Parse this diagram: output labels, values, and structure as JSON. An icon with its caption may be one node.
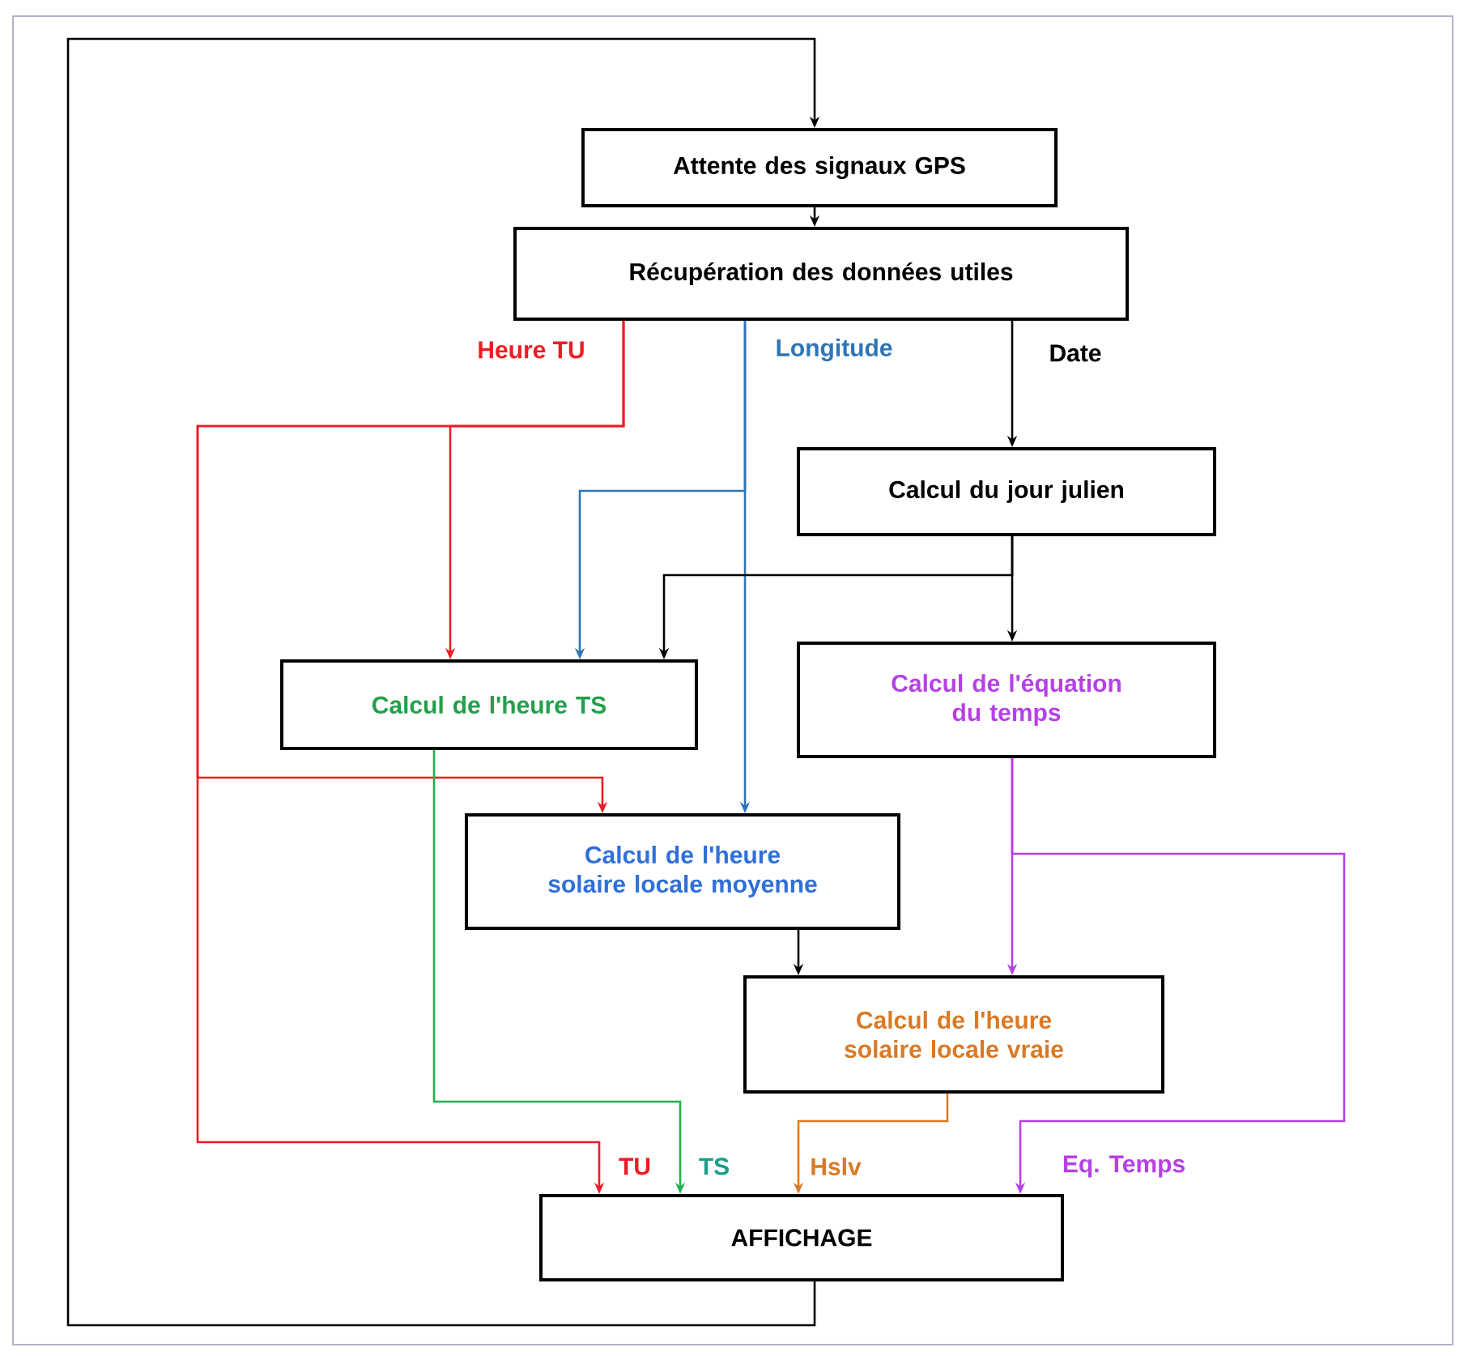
{
  "diagram": {
    "nodes": [
      {
        "text": [
          "Attente des signaux GPS"
        ]
      },
      {
        "text": [
          "Récupération des données utiles"
        ]
      },
      {
        "text": [
          "Calcul du jour julien"
        ]
      },
      {
        "text": [
          "Calcul de l'heure TS"
        ]
      },
      {
        "text": [
          "Calcul de l'équation du temps"
        ]
      },
      {
        "text": [
          "Calcul de l'heure solaire locale moyenne"
        ]
      },
      {
        "text": [
          "Calcul de l'heure solaire locale vraie"
        ]
      },
      {
        "text": [
          "AFFICHAGE"
        ]
      }
    ],
    "edges": [
      {
        "from": 7,
        "to": 0,
        "arrow": "to"
      },
      {
        "from": 0,
        "to": 1,
        "arrow": "to"
      },
      {
        "from": 1,
        "to": 3,
        "arrow": "to",
        "label": "Heure TU",
        "color": "#ee1c24"
      },
      {
        "from": 1,
        "to": 5,
        "arrow": "to",
        "color": "#ee1c24"
      },
      {
        "from": 1,
        "to": 7,
        "arrow": "to",
        "label": "TU",
        "color": "#ee1c24"
      },
      {
        "from": 1,
        "to": 3,
        "arrow": "to",
        "label": "Longitude",
        "color": "#2e75b6"
      },
      {
        "from": 1,
        "to": 5,
        "arrow": "to",
        "color": "#2e75b6"
      },
      {
        "from": 1,
        "to": 2,
        "arrow": "to",
        "label": "Date"
      },
      {
        "from": 2,
        "to": 3,
        "arrow": "to"
      },
      {
        "from": 2,
        "to": 4,
        "arrow": "to"
      },
      {
        "from": 3,
        "to": 7,
        "arrow": "to",
        "label": "TS",
        "color": "#22b04c"
      },
      {
        "from": 5,
        "to": 6,
        "arrow": "to"
      },
      {
        "from": 4,
        "to": 6,
        "arrow": "to",
        "color": "#b640e6"
      },
      {
        "from": 4,
        "to": 7,
        "arrow": "to",
        "label": "Eq. Temps",
        "color": "#b640e6"
      },
      {
        "from": 6,
        "to": 7,
        "arrow": "to",
        "label": "Hslv",
        "color": "#d97a26"
      }
    ]
  }
}
